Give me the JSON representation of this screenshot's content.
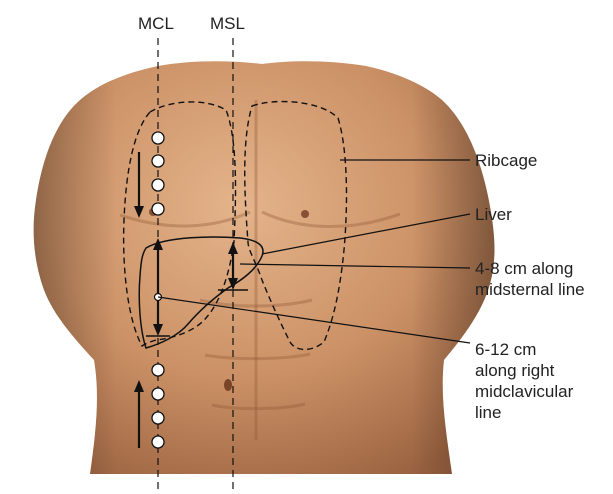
{
  "lines": {
    "mcl": "MCL",
    "msl": "MSL"
  },
  "callouts": {
    "ribcage": "Ribcage",
    "liver": "Liver",
    "midsternal_1": "4-8 cm along",
    "midsternal_2": "midsternal line",
    "midclav_1": "6-12 cm",
    "midclav_2": "along right",
    "midclav_3": "midclavicular",
    "midclav_4": "line"
  },
  "colors": {
    "skin_base": "#c98e62",
    "skin_light": "#e0ae85",
    "skin_shadow": "#9e6440",
    "line": "#111111",
    "background": "#ffffff"
  }
}
